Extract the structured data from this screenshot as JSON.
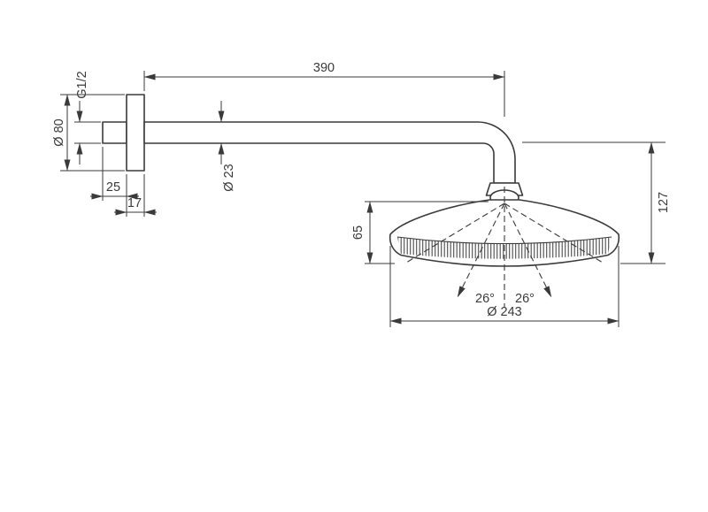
{
  "diagram": {
    "kind": "technical-drawing",
    "colors": {
      "line": "#3a3a3a",
      "background": "#ffffff"
    },
    "dimensions": {
      "arm_length": "390",
      "connection_thread": "G1/2",
      "escutcheon_diameter": "Ø 80",
      "arm_diameter": "Ø 23",
      "wall_offset": "25",
      "escutcheon_depth": "17",
      "drop_height": "127",
      "head_height": "65",
      "head_diameter": "Ø 243",
      "spray_angle_left": "26°",
      "spray_angle_right": "26°"
    }
  }
}
